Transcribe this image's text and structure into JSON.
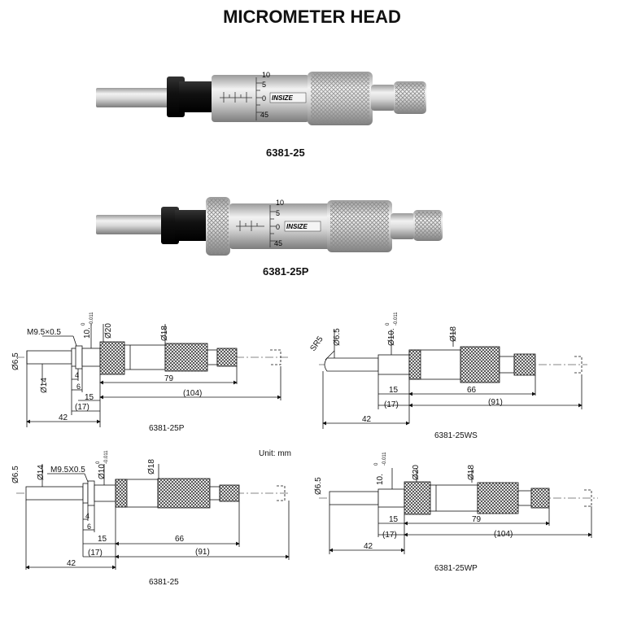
{
  "page_title": "MICROMETER HEAD",
  "brand_text": "INSIZE",
  "photos": [
    {
      "caption": "6381-25",
      "scale_top": "10",
      "scale_mid1": "5",
      "scale_zero": "0",
      "scale_bottom": "45"
    },
    {
      "caption": "6381-25P",
      "scale_top": "10",
      "scale_mid1": "5",
      "scale_zero": "0",
      "scale_bottom": "45"
    }
  ],
  "unit_note": "Unit: mm",
  "drawings": {
    "p": {
      "caption": "6381-25P",
      "thread": "M9.5×0.5",
      "d_spindle": "Ø6.5",
      "d_stem": "10.",
      "d_stem_tol_top": "0",
      "d_stem_tol_bot": "-0.011",
      "d_thimble": "Ø20",
      "d_barrel": "Ø18",
      "d_nut": "Ø14",
      "len_79": "79",
      "len_104": "(104)",
      "len_4": "4",
      "len_6": "6",
      "len_15": "15",
      "len_17": "(17)",
      "len_42": "42"
    },
    "ws": {
      "caption": "6381-25WS",
      "radius": "SR5",
      "d_spindle": "Ø6.5",
      "d_stem": "Ø10.",
      "d_stem_tol_top": "0",
      "d_stem_tol_bot": "-0.011",
      "d_barrel": "Ø18",
      "len_66": "66",
      "len_15": "15",
      "len_17": "(17)",
      "len_91": "(91)",
      "len_42": "42"
    },
    "std": {
      "caption": "6381-25",
      "thread": "M9.5X0.5",
      "d_spindle": "Ø6.5",
      "d_nut": "Ø14",
      "d_stem": "Ø10",
      "d_stem_tol_top": "0",
      "d_stem_tol_bot": "-0.011",
      "d_barrel": "Ø18",
      "len_4": "4",
      "len_6": "6",
      "len_15": "15",
      "len_66": "66",
      "len_17": "(17)",
      "len_91": "(91)",
      "len_42": "42"
    },
    "wp": {
      "caption": "6381-25WP",
      "d_spindle": "Ø6.5",
      "d_stem": "10.",
      "d_stem_tol_top": "0",
      "d_stem_tol_bot": "-0.011",
      "d_thimble": "Ø20",
      "d_barrel": "Ø18",
      "len_15": "15",
      "len_79": "79",
      "len_17": "(17)",
      "len_104": "(104)",
      "len_42": "42"
    }
  }
}
